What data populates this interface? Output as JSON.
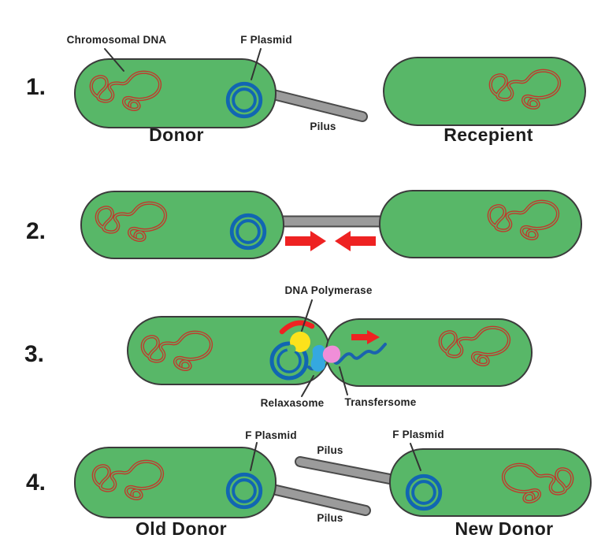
{
  "figure": {
    "type": "diagram",
    "subject": "Bacterial conjugation (F plasmid transfer) in four steps"
  },
  "colors": {
    "cell_fill": "#58b768",
    "cell_outline": "#3b3b3b",
    "dna_red": "#c0392b",
    "plasmid_blue": "#1166b2",
    "ssdna_blue": "#1b63ae",
    "pilus_gray": "#9b9b9b",
    "pilus_outline": "#4a4a4a",
    "arrow_red": "#ee2222",
    "polymerase_yellow": "#fbe21c",
    "relaxasome_cyan": "#35a8e0",
    "transfersome_pink": "#f08ed8"
  },
  "steps": [
    {
      "number": "1.",
      "annotations": {
        "chromosomal_dna": "Chromosomal DNA",
        "f_plasmid": "F Plasmid",
        "pilus": "Pilus"
      },
      "cells": {
        "left": "Donor",
        "right": "Recepient"
      }
    },
    {
      "number": "2."
    },
    {
      "number": "3.",
      "annotations": {
        "dna_polymerase": "DNA Polymerase",
        "relaxasome": "Relaxasome",
        "transfersome": "Transfersome"
      }
    },
    {
      "number": "4.",
      "annotations": {
        "f_plasmid_left": "F Plasmid",
        "f_plasmid_right": "F Plasmid",
        "pilus_top": "Pilus",
        "pilus_bottom": "Pilus"
      },
      "cells": {
        "left": "Old Donor",
        "right": "New Donor"
      }
    }
  ]
}
